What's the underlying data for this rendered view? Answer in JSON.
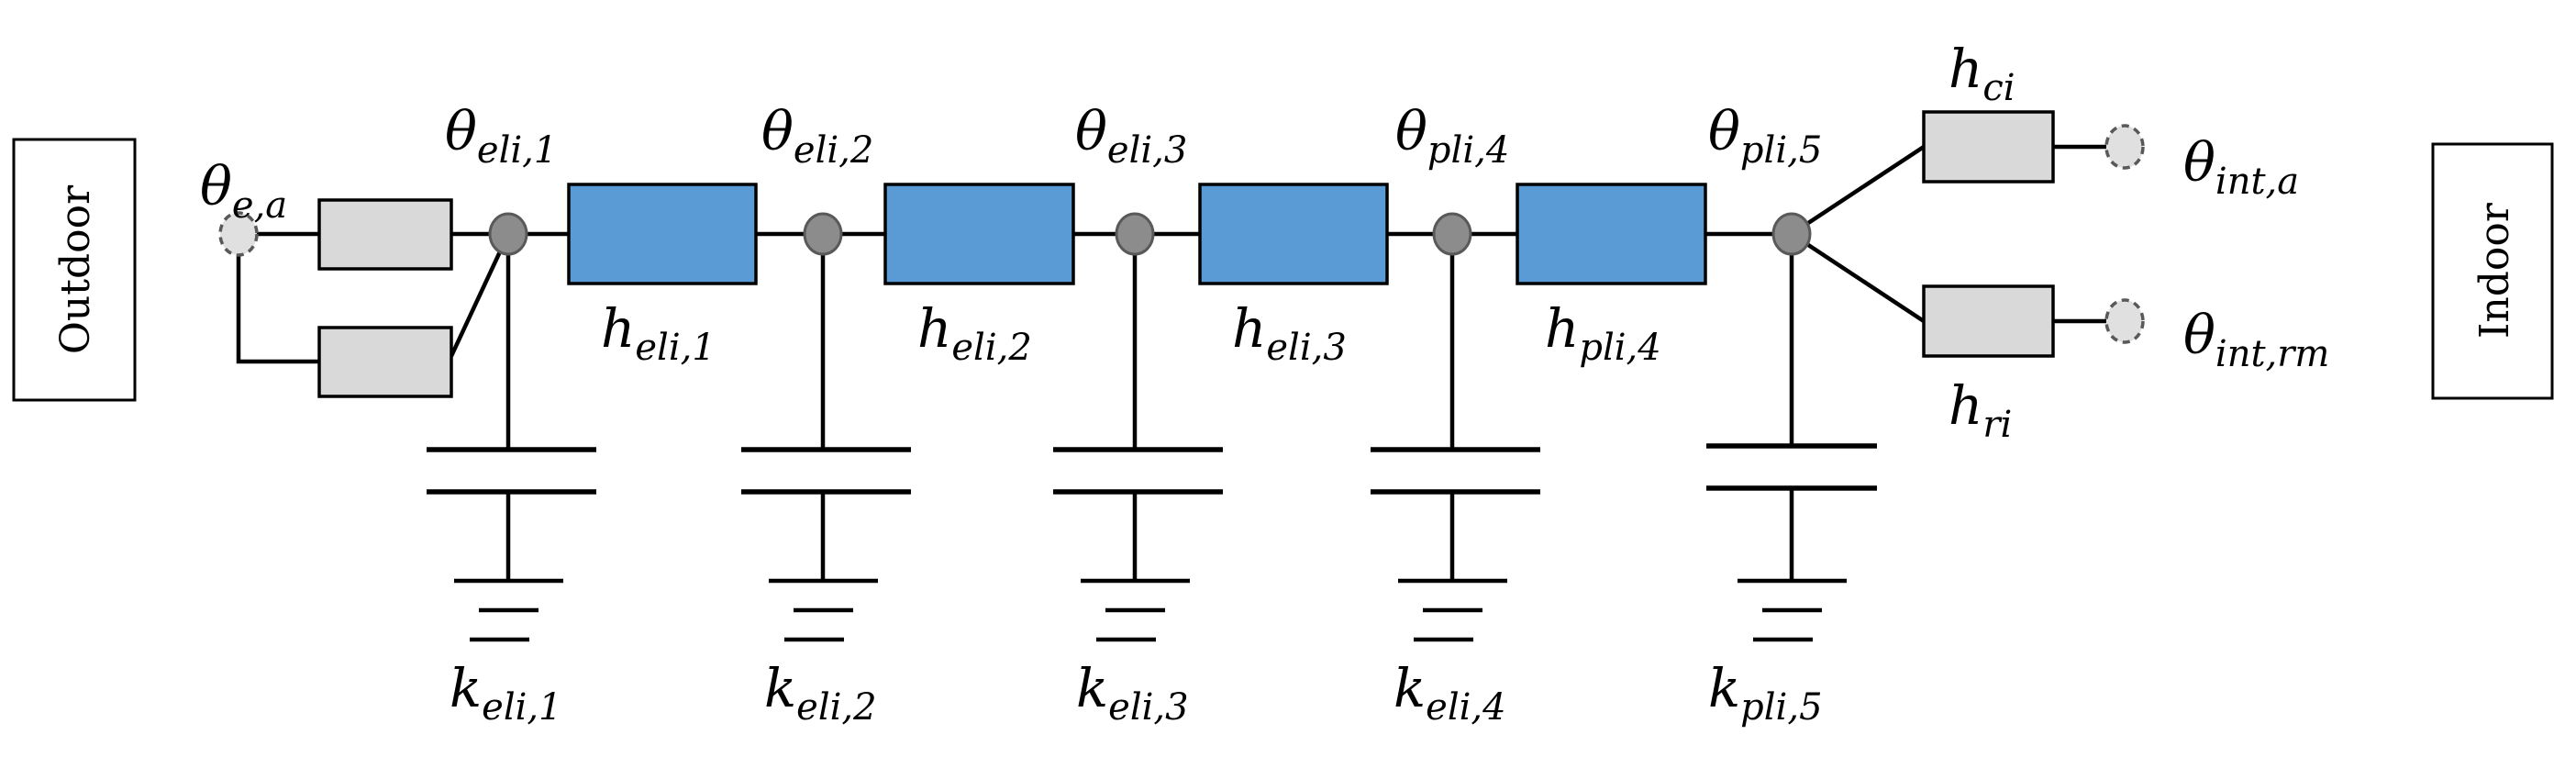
{
  "side_boxes": {
    "outdoor": "Outdoor",
    "indoor": "Indoor"
  },
  "labels": {
    "theta_e_a": {
      "base": "θ",
      "sub": "e,a"
    },
    "theta_1": {
      "base": "θ",
      "sub": "eli,1"
    },
    "theta_2": {
      "base": "θ",
      "sub": "eli,2"
    },
    "theta_3": {
      "base": "θ",
      "sub": "eli,3"
    },
    "theta_4": {
      "base": "θ",
      "sub": "pli,4"
    },
    "theta_5": {
      "base": "θ",
      "sub": "pli,5"
    },
    "theta_int_a": {
      "base": "θ",
      "sub": "int,a"
    },
    "theta_int_rm": {
      "base": "θ",
      "sub": "int,rm"
    },
    "h_1": {
      "base": "h",
      "sub": "eli,1"
    },
    "h_2": {
      "base": "h",
      "sub": "eli,2"
    },
    "h_3": {
      "base": "h",
      "sub": "eli,3"
    },
    "h_4": {
      "base": "h",
      "sub": "pli,4"
    },
    "h_ci": {
      "base": "h",
      "sub": "ci"
    },
    "h_ri": {
      "base": "h",
      "sub": "ri"
    },
    "k_1": {
      "base": "k",
      "sub": "eli,1"
    },
    "k_2": {
      "base": "k",
      "sub": "eli,2"
    },
    "k_3": {
      "base": "k",
      "sub": "eli,3"
    },
    "k_4": {
      "base": "k",
      "sub": "eli,4"
    },
    "k_5": {
      "base": "k",
      "sub": "pli,5"
    }
  },
  "colors": {
    "layer_resistor": "#5b9bd5",
    "surface_resistor": "#d9d9d9",
    "node_fill": "#8c8c8c",
    "line": "#000000"
  }
}
